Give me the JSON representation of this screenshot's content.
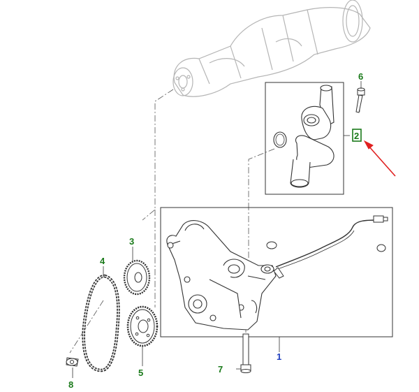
{
  "callouts": [
    {
      "id": "1",
      "label": "1",
      "color": "#1f3fbf"
    },
    {
      "id": "2",
      "label": "2",
      "color": "#1a7a1a",
      "highlighted": true
    },
    {
      "id": "3",
      "label": "3",
      "color": "#1a7a1a"
    },
    {
      "id": "4",
      "label": "4",
      "color": "#1a7a1a"
    },
    {
      "id": "5",
      "label": "5",
      "color": "#1a7a1a"
    },
    {
      "id": "6",
      "label": "6",
      "color": "#1a7a1a"
    },
    {
      "id": "7",
      "label": "7",
      "color": "#1a7a1a"
    },
    {
      "id": "8",
      "label": "8",
      "color": "#1a7a1a"
    }
  ],
  "colors": {
    "line": "#333333",
    "ghost": "#b5b5b5",
    "highlight_box": "#1a7a1a",
    "arrow": "#e02020"
  }
}
